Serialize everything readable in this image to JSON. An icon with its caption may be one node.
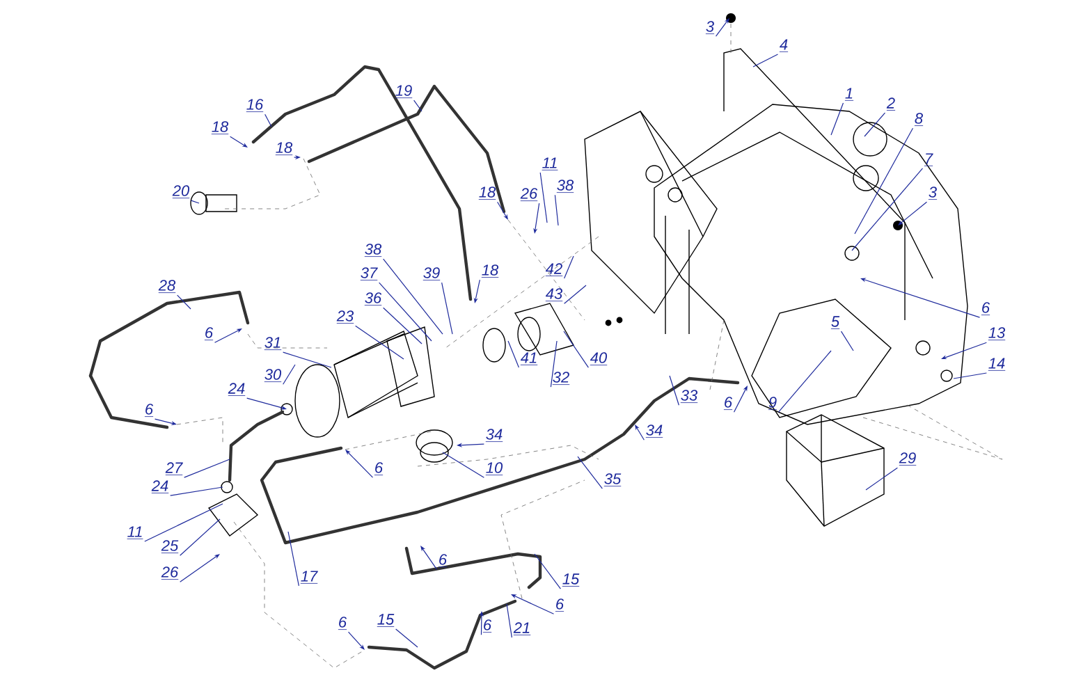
{
  "diagram": {
    "nodes": [
      {
        "text": [
          "3"
        ]
      },
      {
        "text": [
          "4"
        ]
      },
      {
        "text": [
          "1"
        ]
      },
      {
        "text": [
          "2"
        ]
      },
      {
        "text": [
          "8"
        ]
      },
      {
        "text": [
          "7"
        ]
      },
      {
        "text": [
          "3"
        ]
      },
      {
        "text": [
          "16"
        ]
      },
      {
        "text": [
          "19"
        ]
      },
      {
        "text": [
          "18"
        ]
      },
      {
        "text": [
          "18"
        ]
      },
      {
        "text": [
          "20"
        ]
      },
      {
        "text": [
          "18"
        ]
      },
      {
        "text": [
          "26"
        ]
      },
      {
        "text": [
          "11"
        ]
      },
      {
        "text": [
          "38"
        ]
      },
      {
        "text": [
          "42"
        ]
      },
      {
        "text": [
          "43"
        ]
      },
      {
        "text": [
          "6"
        ]
      },
      {
        "text": [
          "38"
        ]
      },
      {
        "text": [
          "37"
        ]
      },
      {
        "text": [
          "39"
        ]
      },
      {
        "text": [
          "18"
        ]
      },
      {
        "text": [
          "36"
        ]
      },
      {
        "text": [
          "28"
        ]
      },
      {
        "text": [
          "6"
        ]
      },
      {
        "text": [
          "23"
        ]
      },
      {
        "text": [
          "31"
        ]
      },
      {
        "text": [
          "5"
        ]
      },
      {
        "text": [
          "13"
        ]
      },
      {
        "text": [
          "14"
        ]
      },
      {
        "text": [
          "41"
        ]
      },
      {
        "text": [
          "40"
        ]
      },
      {
        "text": [
          "32"
        ]
      },
      {
        "text": [
          "24"
        ]
      },
      {
        "text": [
          "30"
        ]
      },
      {
        "text": [
          "33"
        ]
      },
      {
        "text": [
          "6"
        ]
      },
      {
        "text": [
          "9"
        ]
      },
      {
        "text": [
          "6"
        ]
      },
      {
        "text": [
          "34"
        ]
      },
      {
        "text": [
          "10"
        ]
      },
      {
        "text": [
          "6"
        ]
      },
      {
        "text": [
          "34"
        ]
      },
      {
        "text": [
          "35"
        ]
      },
      {
        "text": [
          "29"
        ]
      },
      {
        "text": [
          "27"
        ]
      },
      {
        "text": [
          "24"
        ]
      },
      {
        "text": [
          "11"
        ]
      },
      {
        "text": [
          "25"
        ]
      },
      {
        "text": [
          "26"
        ]
      },
      {
        "text": [
          "17"
        ]
      },
      {
        "text": [
          "6"
        ]
      },
      {
        "text": [
          "15"
        ]
      },
      {
        "text": [
          "6"
        ]
      },
      {
        "text": [
          "21"
        ]
      },
      {
        "text": [
          "6"
        ]
      },
      {
        "text": [
          "15"
        ]
      },
      {
        "text": [
          "6"
        ]
      }
    ],
    "edges": [
      {
        "from": 0,
        "to": null,
        "arrow": "to"
      },
      {
        "from": 1,
        "to": null,
        "arrow": "none"
      },
      {
        "from": 2,
        "to": null,
        "arrow": "none"
      },
      {
        "from": 3,
        "to": null,
        "arrow": "none"
      },
      {
        "from": 4,
        "to": null,
        "arrow": "none"
      },
      {
        "from": 5,
        "to": null,
        "arrow": "none"
      },
      {
        "from": 6,
        "to": null,
        "arrow": "to"
      },
      {
        "from": 7,
        "to": null,
        "arrow": "none"
      },
      {
        "from": 8,
        "to": null,
        "arrow": "none"
      },
      {
        "from": 9,
        "to": null,
        "arrow": "to"
      },
      {
        "from": 10,
        "to": null,
        "arrow": "to"
      },
      {
        "from": 11,
        "to": null,
        "arrow": "none"
      },
      {
        "from": 12,
        "to": null,
        "arrow": "to"
      },
      {
        "from": 13,
        "to": null,
        "arrow": "to"
      },
      {
        "from": 14,
        "to": null,
        "arrow": "none"
      },
      {
        "from": 15,
        "to": null,
        "arrow": "none"
      },
      {
        "from": 16,
        "to": null,
        "arrow": "none"
      },
      {
        "from": 17,
        "to": null,
        "arrow": "none"
      },
      {
        "from": 18,
        "to": null,
        "arrow": "to"
      },
      {
        "from": 19,
        "to": null,
        "arrow": "none"
      },
      {
        "from": 20,
        "to": null,
        "arrow": "none"
      },
      {
        "from": 21,
        "to": null,
        "arrow": "none"
      },
      {
        "from": 22,
        "to": null,
        "arrow": "to"
      },
      {
        "from": 23,
        "to": null,
        "arrow": "none"
      },
      {
        "from": 24,
        "to": null,
        "arrow": "none"
      },
      {
        "from": 25,
        "to": null,
        "arrow": "to"
      },
      {
        "from": 26,
        "to": null,
        "arrow": "none"
      },
      {
        "from": 27,
        "to": null,
        "arrow": "none"
      },
      {
        "from": 28,
        "to": null,
        "arrow": "none"
      },
      {
        "from": 29,
        "to": null,
        "arrow": "to"
      },
      {
        "from": 30,
        "to": null,
        "arrow": "none"
      },
      {
        "from": 31,
        "to": null,
        "arrow": "none"
      },
      {
        "from": 32,
        "to": null,
        "arrow": "none"
      },
      {
        "from": 33,
        "to": null,
        "arrow": "none"
      },
      {
        "from": 34,
        "to": null,
        "arrow": "to"
      },
      {
        "from": 35,
        "to": null,
        "arrow": "none"
      },
      {
        "from": 36,
        "to": null,
        "arrow": "none"
      },
      {
        "from": 37,
        "to": null,
        "arrow": "to"
      },
      {
        "from": 38,
        "to": null,
        "arrow": "none"
      },
      {
        "from": 39,
        "to": null,
        "arrow": "to"
      },
      {
        "from": 40,
        "to": null,
        "arrow": "to"
      },
      {
        "from": 41,
        "to": null,
        "arrow": "none"
      },
      {
        "from": 42,
        "to": null,
        "arrow": "to"
      },
      {
        "from": 43,
        "to": null,
        "arrow": "to"
      },
      {
        "from": 44,
        "to": null,
        "arrow": "none"
      },
      {
        "from": 45,
        "to": null,
        "arrow": "none"
      },
      {
        "from": 46,
        "to": null,
        "arrow": "none"
      },
      {
        "from": 47,
        "to": null,
        "arrow": "none"
      },
      {
        "from": 48,
        "to": null,
        "arrow": "none"
      },
      {
        "from": 49,
        "to": null,
        "arrow": "none"
      },
      {
        "from": 50,
        "to": null,
        "arrow": "to"
      },
      {
        "from": 51,
        "to": null,
        "arrow": "none"
      },
      {
        "from": 52,
        "to": null,
        "arrow": "to"
      },
      {
        "from": 53,
        "to": null,
        "arrow": "none"
      },
      {
        "from": 54,
        "to": null,
        "arrow": "to"
      },
      {
        "from": 55,
        "to": null,
        "arrow": "none"
      },
      {
        "from": 56,
        "to": null,
        "arrow": "to"
      },
      {
        "from": 57,
        "to": null,
        "arrow": "none"
      },
      {
        "from": 58,
        "to": null,
        "arrow": "to"
      }
    ]
  }
}
